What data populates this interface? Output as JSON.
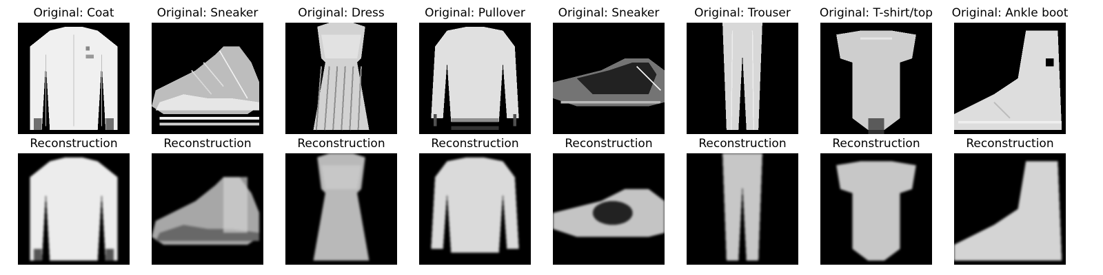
{
  "panels": [
    {
      "original_label": "Original: Coat",
      "reconstruction_label": "Reconstruction",
      "item": "coat"
    },
    {
      "original_label": "Original: Sneaker",
      "reconstruction_label": "Reconstruction",
      "item": "sneaker-high"
    },
    {
      "original_label": "Original: Dress",
      "reconstruction_label": "Reconstruction",
      "item": "dress"
    },
    {
      "original_label": "Original: Pullover",
      "reconstruction_label": "Reconstruction",
      "item": "pullover"
    },
    {
      "original_label": "Original: Sneaker",
      "reconstruction_label": "Reconstruction",
      "item": "sneaker-low"
    },
    {
      "original_label": "Original: Trouser",
      "reconstruction_label": "Reconstruction",
      "item": "trouser"
    },
    {
      "original_label": "Original: T-shirt/top",
      "reconstruction_label": "Reconstruction",
      "item": "tshirt"
    },
    {
      "original_label": "Original: Ankle boot",
      "reconstruction_label": "Reconstruction",
      "item": "ankle-boot"
    }
  ],
  "colors": {
    "background": "#ffffff",
    "image_background": "#000000",
    "text": "#000000"
  }
}
